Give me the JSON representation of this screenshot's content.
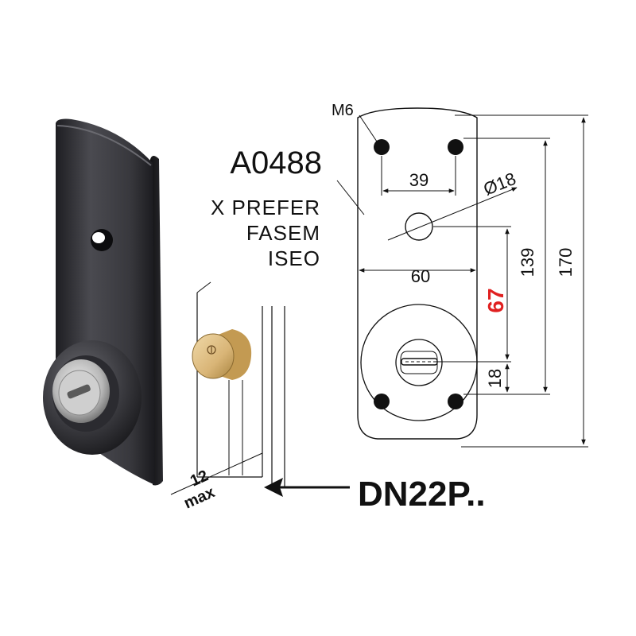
{
  "model_code": "A0488",
  "compatibility": [
    "X PREFER",
    "FASEM",
    "ISEO"
  ],
  "part_reference": "DN22P..",
  "dimensions": {
    "thread": "M6",
    "hole_spacing": "39",
    "hole_diameter": "Ø18",
    "width": "60",
    "center_to_key": "139",
    "total_height": "170",
    "lock_distance": "67",
    "lock_offset": "18",
    "max_thickness_value": "12",
    "max_thickness_unit": "max"
  },
  "colors": {
    "plate_dark": "#3a3a3e",
    "highlight_dimension": "#e02020",
    "cylinder_brass": "#d9b577",
    "line": "#111111"
  },
  "icons": [
    "escutcheon-plate-photo",
    "cylinder-brass-icon",
    "arrow-left-icon"
  ]
}
